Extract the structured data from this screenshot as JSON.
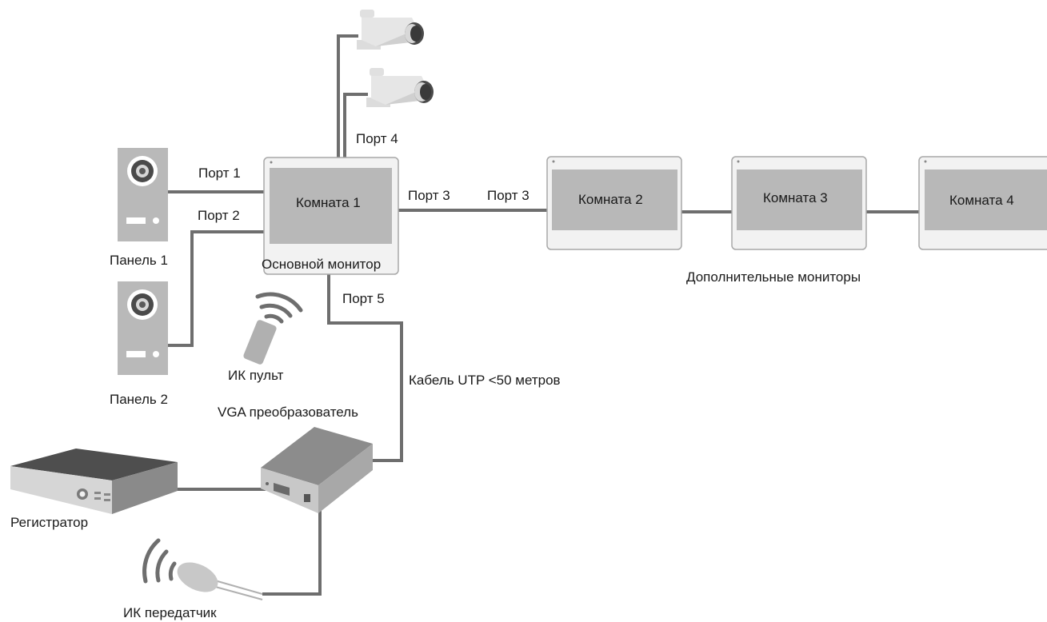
{
  "labels": {
    "port1": "Порт 1",
    "port2": "Порт 2",
    "port3_main": "Порт 3",
    "port3_room2": "Порт 3",
    "port4": "Порт 4",
    "port5": "Порт 5",
    "panel1": "Панель 1",
    "panel2": "Панель 2",
    "main_monitor": "Основной монитор",
    "extra_monitors": "Дополнительные мониторы",
    "ir_remote": "ИК пульт",
    "cable": "Кабель UTP <50 метров",
    "vga_converter": "VGA преобразователь",
    "recorder": "Регистратор",
    "ir_transmitter": "ИК передатчик"
  },
  "monitors": [
    {
      "id": "main",
      "label": "Комната 1"
    },
    {
      "id": "room2",
      "label": "Комната 2"
    },
    {
      "id": "room3",
      "label": "Комната 3"
    },
    {
      "id": "room4",
      "label": "Комната 4"
    }
  ],
  "colors": {
    "wire": "#6e6e6e",
    "device_gray": "#b9b9b9",
    "device_dark": "#8c8c8c",
    "monitor_frame": "#f2f2f2",
    "screen": "#b8b8b8"
  }
}
